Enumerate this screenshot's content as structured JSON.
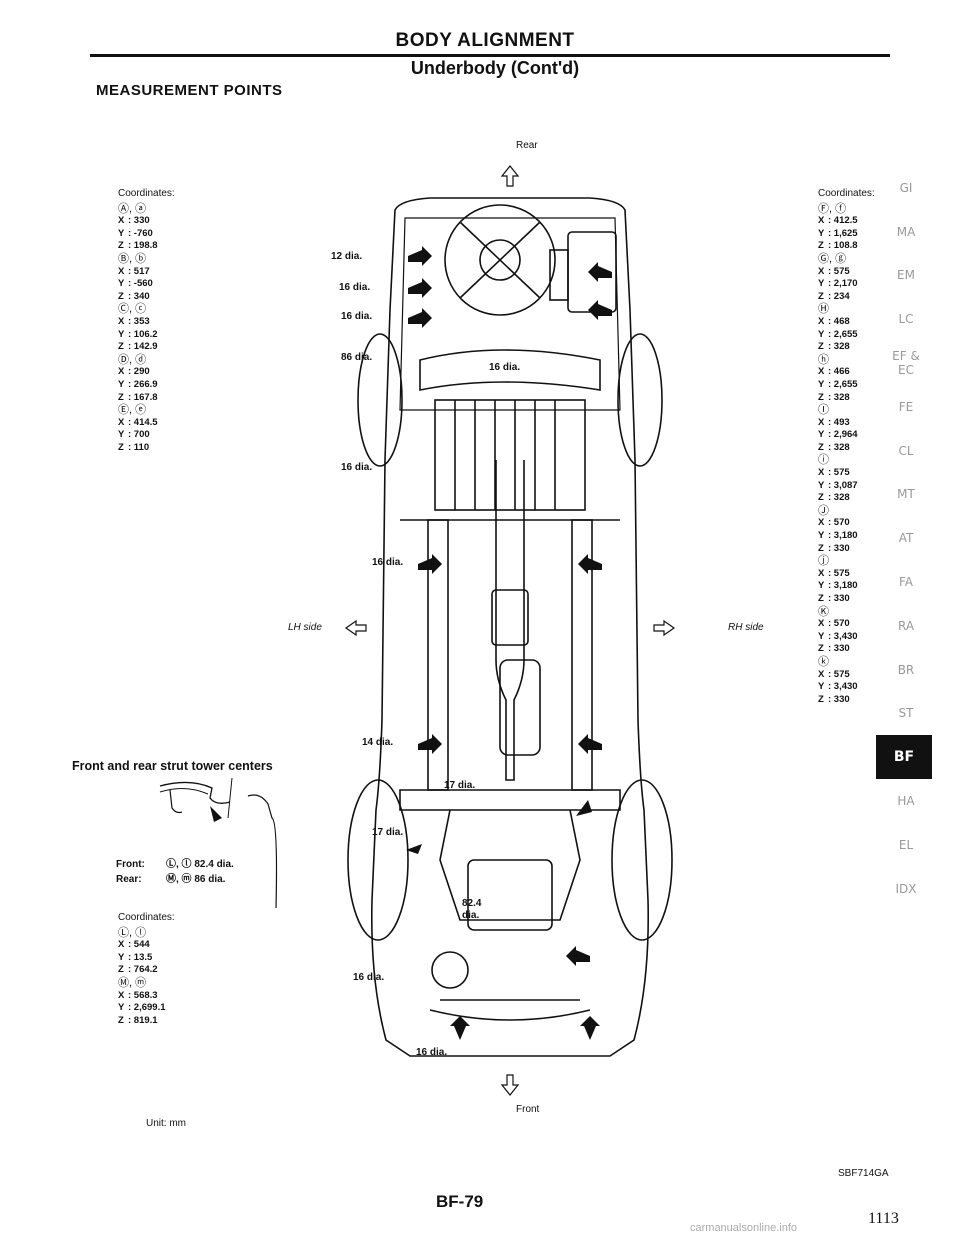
{
  "header": {
    "title": "BODY ALIGNMENT",
    "subtitle": "Underbody (Cont'd)",
    "section": "MEASUREMENT POINTS"
  },
  "orientation": {
    "rear": "Rear",
    "front": "Front",
    "lh": "LH side",
    "rh": "RH side"
  },
  "left_coords": {
    "title": "Coordinates:",
    "groups": [
      {
        "points": "Ⓐ, ⓐ",
        "x": "330",
        "y": "-760",
        "z": "198.8"
      },
      {
        "points": "Ⓑ, ⓑ",
        "x": "517",
        "y": "-560",
        "z": "340"
      },
      {
        "points": "Ⓒ, ⓒ",
        "x": "353",
        "y": "106.2",
        "z": "142.9"
      },
      {
        "points": "Ⓓ, ⓓ",
        "x": "290",
        "y": "266.9",
        "z": "167.8"
      },
      {
        "points": "Ⓔ, ⓔ",
        "x": "414.5",
        "y": "700",
        "z": "110"
      }
    ]
  },
  "right_coords": {
    "title": "Coordinates:",
    "groups": [
      {
        "points": "Ⓕ, ⓕ",
        "x": "412.5",
        "y": "1,625",
        "z": "108.8"
      },
      {
        "points": "Ⓖ, ⓖ",
        "x": "575",
        "y": "2,170",
        "z": "234"
      },
      {
        "points": "Ⓗ",
        "x": "468",
        "y": "2,655",
        "z": "328"
      },
      {
        "points": "ⓗ",
        "x": "466",
        "y": "2,655",
        "z": "328"
      },
      {
        "points": "Ⓘ",
        "x": "493",
        "y": "2,964",
        "z": "328"
      },
      {
        "points": "ⓘ",
        "x": "575",
        "y": "3,087",
        "z": "328"
      },
      {
        "points": "Ⓙ",
        "x": "570",
        "y": "3,180",
        "z": "330"
      },
      {
        "points": "ⓙ",
        "x": "575",
        "y": "3,180",
        "z": "330"
      },
      {
        "points": "Ⓚ",
        "x": "570",
        "y": "3,430",
        "z": "330"
      },
      {
        "points": "ⓚ",
        "x": "575",
        "y": "3,430",
        "z": "330"
      }
    ]
  },
  "strut": {
    "title": "Front and rear strut tower centers",
    "front_label": "Front:",
    "front_points": "Ⓛ, ⓛ 82.4 dia.",
    "rear_label": "Rear:",
    "rear_points": "Ⓜ, ⓜ 86 dia.",
    "coords_title": "Coordinates:",
    "groups": [
      {
        "points": "Ⓛ, ⓛ",
        "x": "544",
        "y": "13.5",
        "z": "764.2"
      },
      {
        "points": "Ⓜ, ⓜ",
        "x": "568.3",
        "y": "2,699.1",
        "z": "819.1"
      }
    ]
  },
  "diagram_labels": {
    "k": "12 dia.",
    "j": "16 dia.",
    "i": "16 dia.",
    "m": "86 dia.",
    "h": "16 dia.",
    "g": "16 dia.",
    "f": "16 dia.",
    "e": "14 dia.",
    "d": "17 dia.",
    "c": "17 dia.",
    "l1": "82.4",
    "l2": "dia.",
    "b": "16 dia.",
    "a": "16 dia."
  },
  "unit": "Unit: mm",
  "figure_code": "SBF714GA",
  "page_id": "BF-79",
  "page_number": "1113",
  "watermark": "carmanualsonline.info",
  "tabs": [
    "GI",
    "MA",
    "EM",
    "LC",
    "EF &\nEC",
    "FE",
    "CL",
    "MT",
    "AT",
    "FA",
    "RA",
    "BR",
    "ST",
    "BF",
    "HA",
    "EL",
    "IDX"
  ],
  "active_tab": "BF"
}
